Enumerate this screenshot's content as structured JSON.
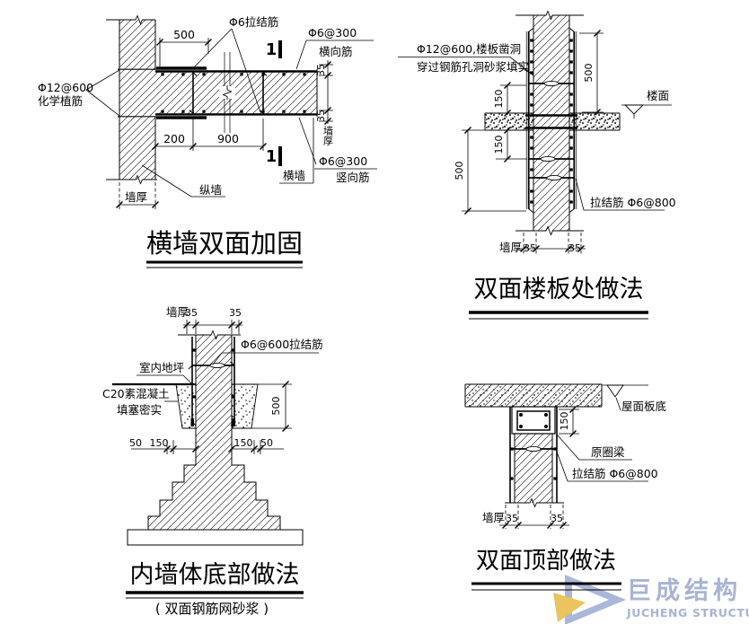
{
  "d1": {
    "title": "横墙双面加固",
    "label_tie_bar": "Φ6拉结筋",
    "label_spacing_top": "Φ6@300",
    "label_horizontal_bars": "横向筋",
    "label_anchor_spec": "Φ12@600",
    "label_anchor_type": "化学植筋",
    "label_spacing_bottom": "Φ6@300",
    "label_vertical_bars": "竖向筋",
    "label_cross_wall": "横墙",
    "label_longitudinal_wall": "纵墙",
    "label_wall_thickness_bottom": "墙厚",
    "label_wall_thickness_side": "墙厚",
    "dim_500": "500",
    "dim_200": "200",
    "dim_900": "900",
    "dim_35_top": "35",
    "dim_35_bottom": "35",
    "section_mark_top": "1",
    "section_mark_bottom": "1"
  },
  "d2": {
    "title": "双面楼板处做法",
    "note_line1": "Φ12@600,楼板凿洞",
    "note_line2": "穿过钢筋孔洞砂浆填实",
    "label_floor_level": "楼面",
    "label_tie_bar": "拉结筋 Φ6@800",
    "label_wall_thickness": "墙厚",
    "dim_500_upper": "500",
    "dim_150_upper": "150",
    "dim_150_lower": "150",
    "dim_500_lower": "500",
    "dim_35_left": "35",
    "dim_35_right": "35"
  },
  "d3": {
    "title": "内墙体底部做法",
    "subtitle": "( 双面钢筋网砂浆 )",
    "label_wall_thickness": "墙厚",
    "dim_35_left": "35",
    "dim_35_right": "35",
    "label_tie_bar": "Φ6@600拉结筋",
    "label_indoor_floor": "室内地坪",
    "note_line1": "C20素混凝土",
    "note_line2": "填塞密实",
    "dim_500": "500",
    "dim_50_left": "50",
    "dim_150_left": "150",
    "dim_150_right": "150",
    "dim_50_right": "50"
  },
  "d4": {
    "title": "双面顶部做法",
    "label_roof_slab": "屋面板底",
    "label_ring_beam": "原圈梁",
    "label_tie_bar": "拉结筋 Φ6@800",
    "label_wall_thickness": "墙厚",
    "dim_150": "150",
    "dim_35_left": "35",
    "dim_35_right": "35"
  },
  "watermark": {
    "brand_cn": "巨成结构",
    "brand_en": "JUCHENG STRUCTURE",
    "text_color": "#a8b4d4",
    "triangle_blue": "#aab7d8",
    "triangle_gold": "#e9c45f"
  }
}
